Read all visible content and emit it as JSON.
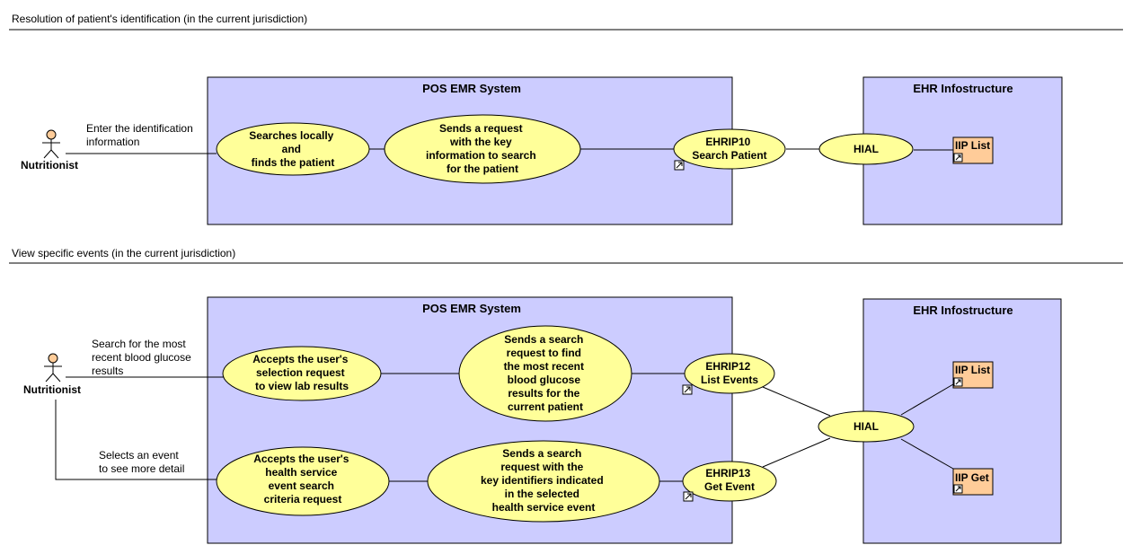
{
  "section1": {
    "title": "Resolution of patient's identification (in the current jurisdiction)",
    "actor": "Nutritionist",
    "actor_note": [
      "Enter the identification",
      "information"
    ],
    "pos_system": "POS EMR System",
    "ehr_system": "EHR Infostructure",
    "usecases": {
      "search_local": [
        "Searches locally",
        "and",
        "finds the patient"
      ],
      "send_request": [
        "Sends a request",
        "with the key",
        "information to search",
        "for the patient"
      ],
      "ehrip10": [
        "EHRIP10",
        "Search Patient"
      ],
      "hial": [
        "HIAL"
      ]
    },
    "boxes": {
      "iip_list": "IIP List"
    }
  },
  "section2": {
    "title": "View specific events (in the current jurisdiction)",
    "actor": "Nutritionist",
    "actor_note_top": [
      "Search for the most",
      "recent blood glucose",
      "results"
    ],
    "actor_note_bottom": [
      "Selects an event",
      "to see more detail"
    ],
    "pos_system": "POS EMR System",
    "ehr_system": "EHR Infostructure",
    "usecases": {
      "accept_selection": [
        "Accepts the user's",
        "selection request",
        "to view lab results"
      ],
      "send_search_lab": [
        "Sends a search",
        "request to find",
        "the most recent",
        "blood glucose",
        "results for the",
        "current patient"
      ],
      "ehrip12": [
        "EHRIP12",
        "List Events"
      ],
      "accept_criteria": [
        "Accepts the user's",
        "health service",
        "event search",
        "criteria request"
      ],
      "send_search_event": [
        "Sends a search",
        "request with the",
        "key identifiers indicated",
        "in the selected",
        "health service event"
      ],
      "ehrip13": [
        "EHRIP13",
        "Get Event"
      ],
      "hial": [
        "HIAL"
      ]
    },
    "boxes": {
      "iip_list": "IIP List",
      "iip_get": "IIP Get"
    }
  },
  "colors": {
    "system_fill": "#ccccff",
    "usecase_fill": "#ffff99",
    "box_fill": "#ffcc99",
    "actor_fill": "#ffcc99"
  }
}
